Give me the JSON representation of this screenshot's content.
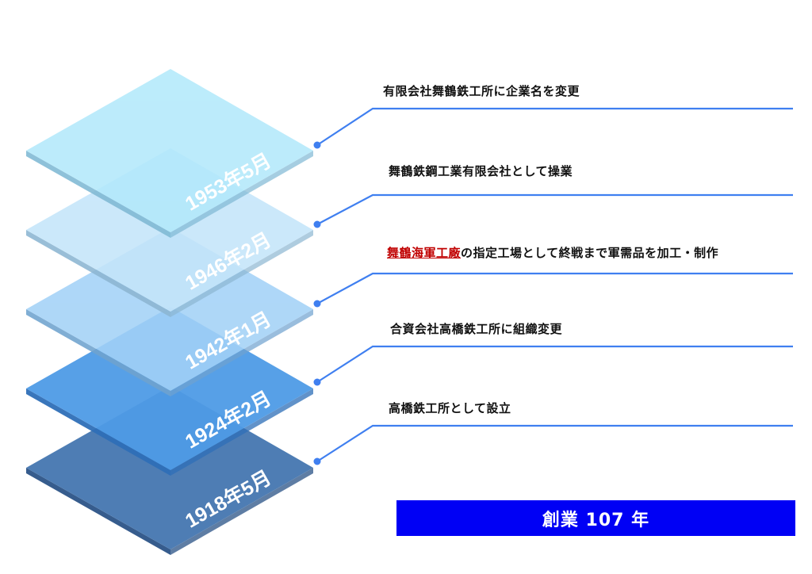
{
  "layers": [
    {
      "date": "1953年5月",
      "event": "有限会社舞鶴鉄工所に企業名を変更",
      "color": "#b3e9fb",
      "edge": "#7fb9d4"
    },
    {
      "date": "1946年2月",
      "event": "舞鶴鉄鋼工業有限会社として操業",
      "color": "#c4e5fa",
      "edge": "#8cb6d2"
    },
    {
      "date": "1942年1月",
      "event_highlight": "舞鶴海軍工廠",
      "event": "の指定工場として終戦まで軍需品を加工・制作",
      "color": "#a3d2f7",
      "edge": "#6fa3cf"
    },
    {
      "date": "1924年2月",
      "event": "合資会社高橋鉄工所に組織変更",
      "color": "#4f9be6",
      "edge": "#2f6fb8"
    },
    {
      "date": "1918年5月",
      "event": "高橋鉄工所として設立",
      "color": "#4577b0",
      "edge": "#2c5487"
    }
  ],
  "badge": "創業 107 年",
  "line_color": "#3f7ff0"
}
